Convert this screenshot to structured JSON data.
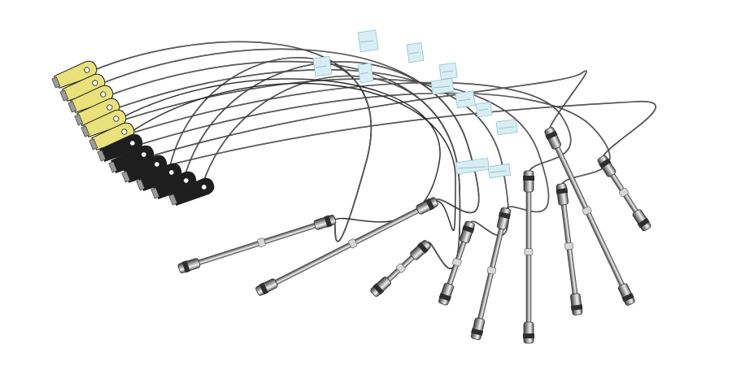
{
  "image": {
    "subject": "fiber-optic-cable-assemblies",
    "background_color": "#ffffff",
    "colors": {
      "cable": "#2a2a2a",
      "cable_highlight": "#cfcfcf",
      "steel_dark": "#5a5a5a",
      "steel_mid": "#a9a9a9",
      "steel_light": "#f2f2f2",
      "clip_black": "#1e1e1e",
      "clip_yellow": "#e9e27a",
      "label_tag": "#d9eef3",
      "label_tag_edge": "#8fc4d2"
    },
    "assemblies": [
      {
        "clip_color": "yellow"
      },
      {
        "clip_color": "yellow"
      },
      {
        "clip_color": "yellow"
      },
      {
        "clip_color": "yellow"
      },
      {
        "clip_color": "yellow"
      },
      {
        "clip_color": "yellow"
      },
      {
        "clip_color": "black"
      },
      {
        "clip_color": "black"
      },
      {
        "clip_color": "black"
      },
      {
        "clip_color": "black"
      },
      {
        "clip_color": "black"
      },
      {
        "clip_color": "black"
      }
    ]
  }
}
